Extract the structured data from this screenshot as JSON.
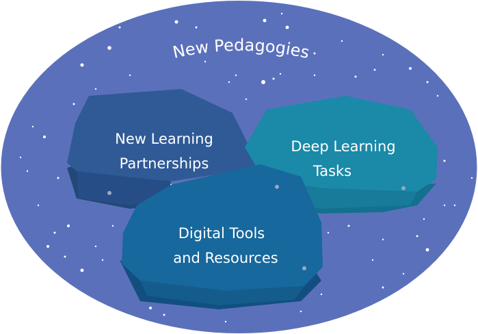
{
  "title": "New Pedagogies",
  "regions": [
    {
      "id": "partnerships",
      "line1": "New Learning",
      "line2": "Partnerships",
      "color": "#2f5a96"
    },
    {
      "id": "deep-tasks",
      "line1": "Deep Learning",
      "line2": "Tasks",
      "color": "#1b89a8"
    },
    {
      "id": "digital",
      "line1": "Digital Tools",
      "line2": "and Resources",
      "color": "#17689c"
    }
  ],
  "colors": {
    "background_ellipse": "#5b70bb",
    "stars": "#ffffff"
  }
}
